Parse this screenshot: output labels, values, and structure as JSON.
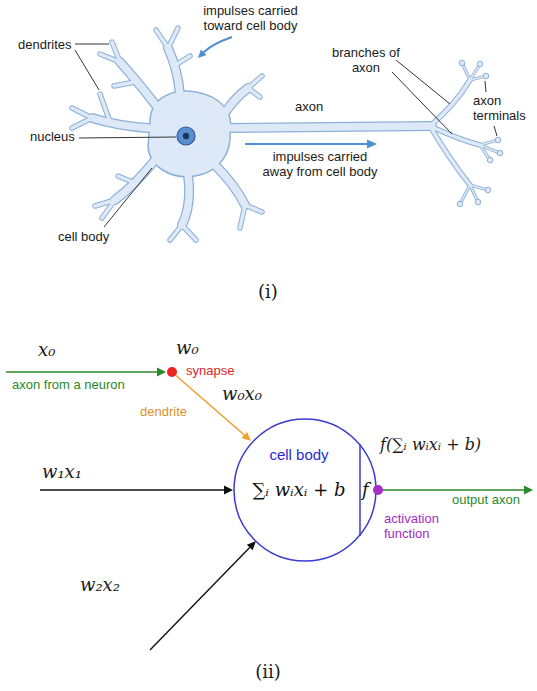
{
  "diagram": {
    "nodes": [
      {
        "text": [
          "cell body",
          "∑ᵢ wᵢxᵢ + b",
          "f"
        ]
      }
    ],
    "labels": [
      "impulses carried toward cell body",
      "dendrites",
      "branches of axon",
      "nucleus",
      "axon",
      "axon terminals",
      "impulses carried away from cell body",
      "cell body",
      "(i)",
      "x₀",
      "w₀",
      "synapse",
      "axon from a neuron",
      "w₀x₀",
      "dendrite",
      "w₁x₁",
      "f(∑ᵢ wᵢxᵢ + b)",
      "output axon",
      "activation function",
      "w₂x₂",
      "(ii)"
    ]
  }
}
